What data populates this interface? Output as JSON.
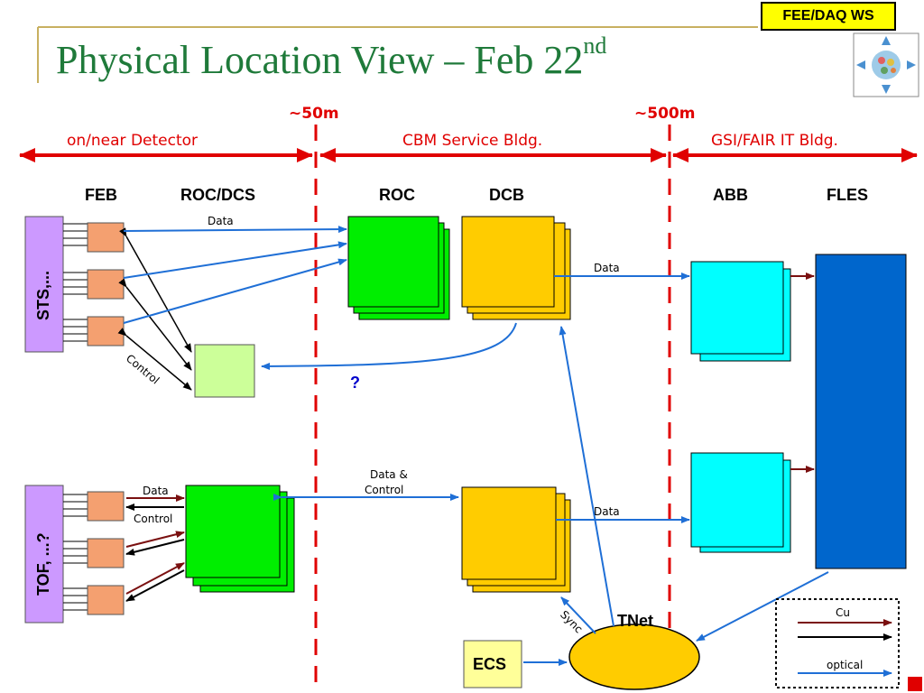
{
  "title": {
    "main": "Physical Location View – Feb 22",
    "sup": "nd"
  },
  "badge": "FEE/DAQ WS",
  "distances": {
    "d50": "~50m",
    "d500": "~500m"
  },
  "zones": {
    "detector": "on/near Detector",
    "service": "CBM Service Bldg.",
    "it": "GSI/FAIR IT Bldg."
  },
  "columns": {
    "feb": "FEB",
    "rocdcs": "ROC/DCS",
    "roc": "ROC",
    "dcb": "DCB",
    "abb": "ABB",
    "fles": "FLES"
  },
  "groups": {
    "sts": "STS,...",
    "tof": "TOF, ...?"
  },
  "labels": {
    "data_top": "Data",
    "control_top": "Control",
    "data_dcb": "Data",
    "question": "?",
    "data_tof": "Data",
    "control_tof": "Control",
    "data_control_1": "Data &",
    "data_control_2": "Control",
    "data_dcb2": "Data",
    "sync": "Sync",
    "tnet": "TNet",
    "ecs": "ECS"
  },
  "legend": {
    "cu": "Cu",
    "optical": "optical"
  },
  "colors": {
    "title": "#1f7a3a",
    "red": "#e00000",
    "green": "#00ee00",
    "orange": "#ffcc00",
    "cyan": "#00ffff",
    "fles": "#0066cc",
    "feb": "#f4a070",
    "sts": "#cc99ff",
    "link": "#1f6fd6",
    "cu": "#7a1010"
  }
}
